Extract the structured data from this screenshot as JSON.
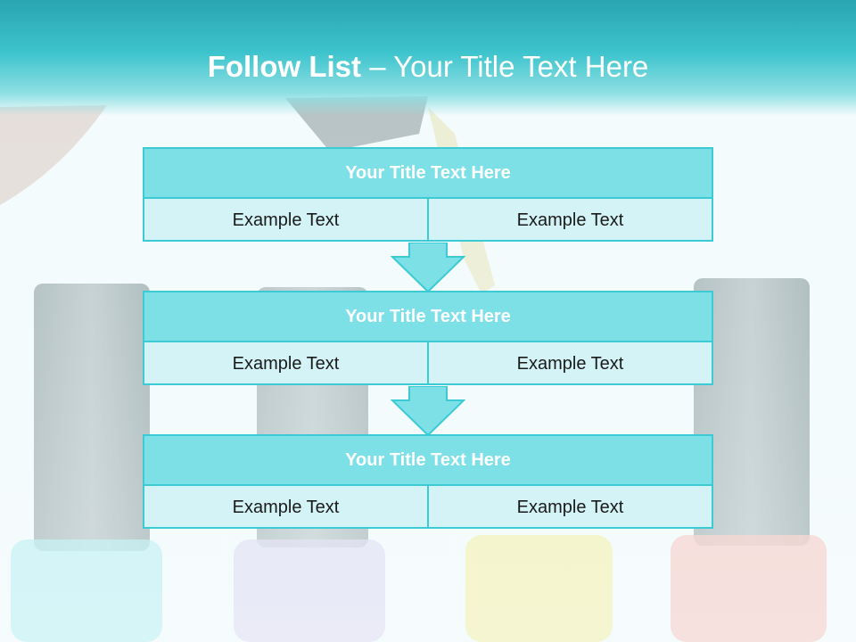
{
  "slide": {
    "title_bold": "Follow List",
    "title_rest": " – Your Title Text Here"
  },
  "steps": [
    {
      "title": "Your Title Text Here",
      "left": "Example Text",
      "right": "Example Text"
    },
    {
      "title": "Your Title Text Here",
      "left": "Example Text",
      "right": "Example Text"
    },
    {
      "title": "Your Title Text Here",
      "left": "Example Text",
      "right": "Example Text"
    }
  ],
  "colors": {
    "header": "#2aa5b2",
    "box_border": "#3ccbd4",
    "box_head": "#7de0e7",
    "box_body": "#d4f3f6",
    "arrow": "#7de0e7"
  },
  "icons": {
    "connector": "down-arrow-icon",
    "background": "nail-polish-bottles-image"
  }
}
